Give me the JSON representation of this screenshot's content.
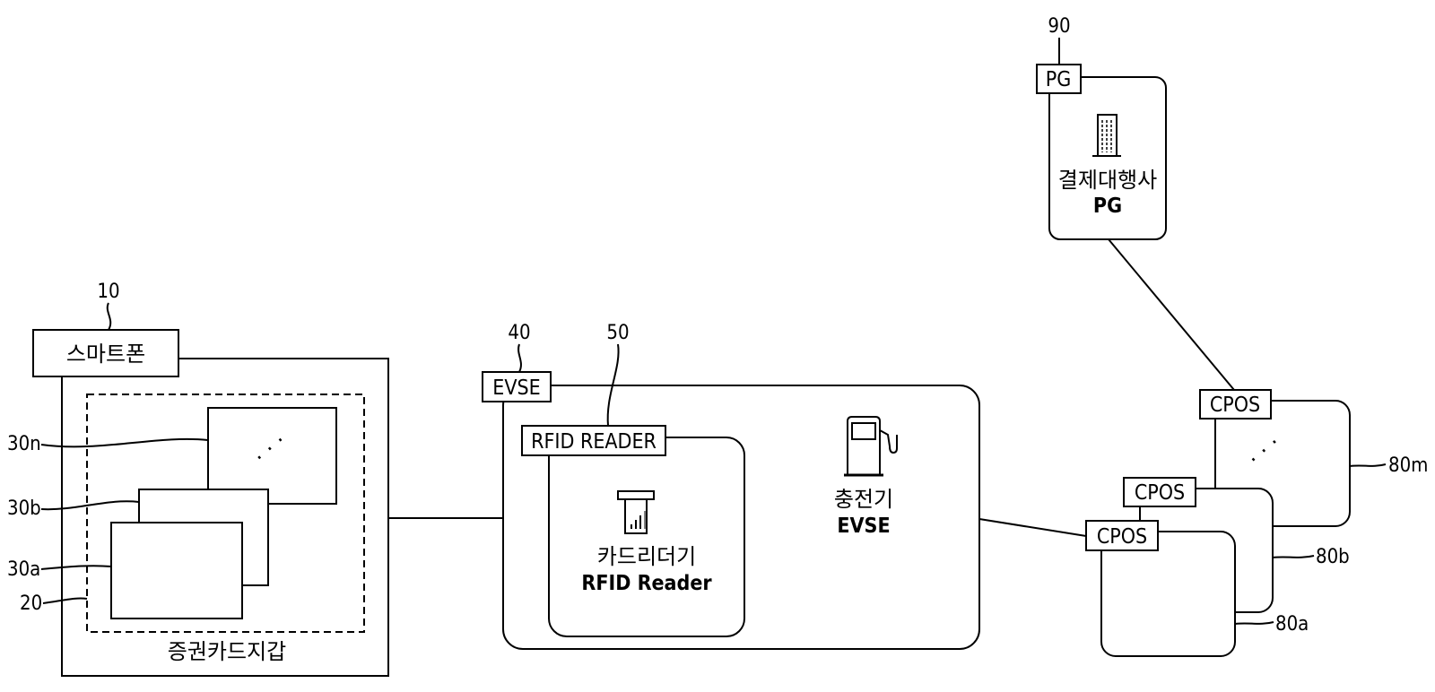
{
  "phone": {
    "ref": "10",
    "label": "스마트폰"
  },
  "wallet": {
    "ref": "20",
    "label": "증권카드지갑"
  },
  "cards": [
    {
      "ref": "30n",
      "ellipsis": "· · ·"
    },
    {
      "ref": "30b"
    },
    {
      "ref": "30a"
    }
  ],
  "evse": {
    "ref": "40",
    "tag": "EVSE",
    "title": "충전기",
    "subtitle": "EVSE"
  },
  "rfid": {
    "ref": "50",
    "tag": "RFID READER",
    "title": "카드리더기",
    "subtitle": "RFID Reader"
  },
  "pg": {
    "ref": "90",
    "tag": "PG",
    "title": "결제대행사",
    "subtitle": "PG"
  },
  "cpos": [
    {
      "ref": "80a",
      "tag": "CPOS"
    },
    {
      "ref": "80b",
      "tag": "CPOS"
    },
    {
      "ref": "80m",
      "tag": "CPOS",
      "ellipsis": "· · ·"
    }
  ],
  "colors": {
    "stroke": "#000000",
    "background": "#ffffff"
  },
  "icons": [
    "building-icon",
    "card-reader-icon",
    "fuel-pump-icon"
  ]
}
